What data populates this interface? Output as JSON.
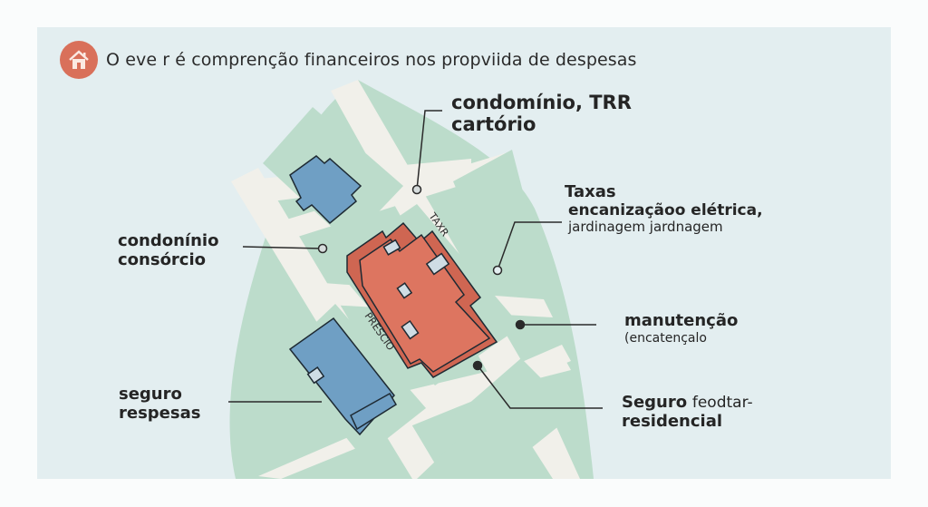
{
  "header": {
    "icon": "house-icon",
    "title": "O eve r é comprenção financeiros nos propviida de despesas"
  },
  "colors": {
    "background": "#e3eef0",
    "green_area": "#bcdccb",
    "road": "#f1f0ea",
    "red_building": "#d9705a",
    "blue_building": "#6f9fc4",
    "accent_logo": "#d9705a"
  },
  "map": {
    "street_labels": [
      "TAXR",
      "PRESCIO"
    ]
  },
  "callouts": {
    "condominio_trr": {
      "line1": "condomínio, TRR",
      "line2": "cartório"
    },
    "taxas": {
      "line1": "Taxas",
      "line2": "encanizaçãoo elétrica,",
      "line3": "jardinagem jardnagem"
    },
    "condoninio": {
      "line1": "condonínio",
      "line2": "consórcio"
    },
    "manutencao": {
      "line1": "manutenção",
      "line2": "(encatençalo"
    },
    "seguro_respesas": {
      "line1": "seguro",
      "line2": "respesas"
    },
    "seguro_residencial": {
      "line1a": "Seguro",
      "line1b": "feodtar-",
      "line2": "residencial"
    }
  }
}
